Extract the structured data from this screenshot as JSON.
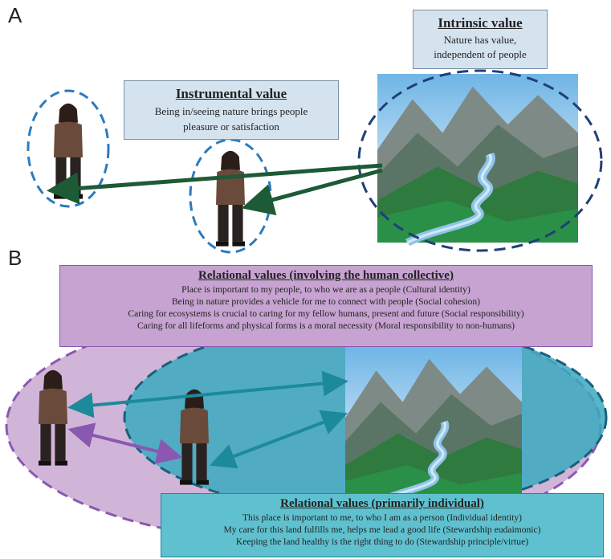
{
  "panels": {
    "a": "A",
    "b": "B"
  },
  "intrinsic": {
    "title": "Intrinsic value",
    "lines": [
      "Nature has value,",
      "independent of people"
    ]
  },
  "instrumental": {
    "title": "Instrumental value",
    "lines": [
      "Being in/seeing nature brings people",
      "pleasure or satisfaction"
    ]
  },
  "collective": {
    "title": "Relational values (involving the human collective)",
    "lines": [
      "Place is important to my people, to who we are as a people (Cultural identity)",
      "Being in nature provides a vehicle for me to connect with people (Social cohesion)",
      "Caring for ecosystems is crucial to caring for my fellow humans, present and future (Social responsibility)",
      "Caring for all lifeforms and physical forms is a moral necessity (Moral responsibility to non-humans)"
    ]
  },
  "individual": {
    "title": "Relational values (primarily individual)",
    "lines": [
      "This place is important to me, to who I am as a person (Individual identity)",
      "My care for this land fulfills me, helps me lead a good life (Stewardship eudaimonic)",
      "Keeping the land healthy is the right thing to do (Stewardship principle/virtue)"
    ]
  },
  "colors": {
    "box_blue": "#d5e3ef",
    "ellipse_blue": "#2b7bbd",
    "ellipse_navy": "#1f3f78",
    "arrow_green": "#1d5a36",
    "purple_fill": "#c9a8d2",
    "purple_box": "#c6a3d0",
    "teal_fill": "#3aa9be",
    "teal_box": "#5fc1cf",
    "teal_arrow": "#1c8a9a",
    "purple_arrow": "#8a58b0",
    "person_shirt": "#6a4a3a",
    "person_pants": "#2a2220"
  }
}
